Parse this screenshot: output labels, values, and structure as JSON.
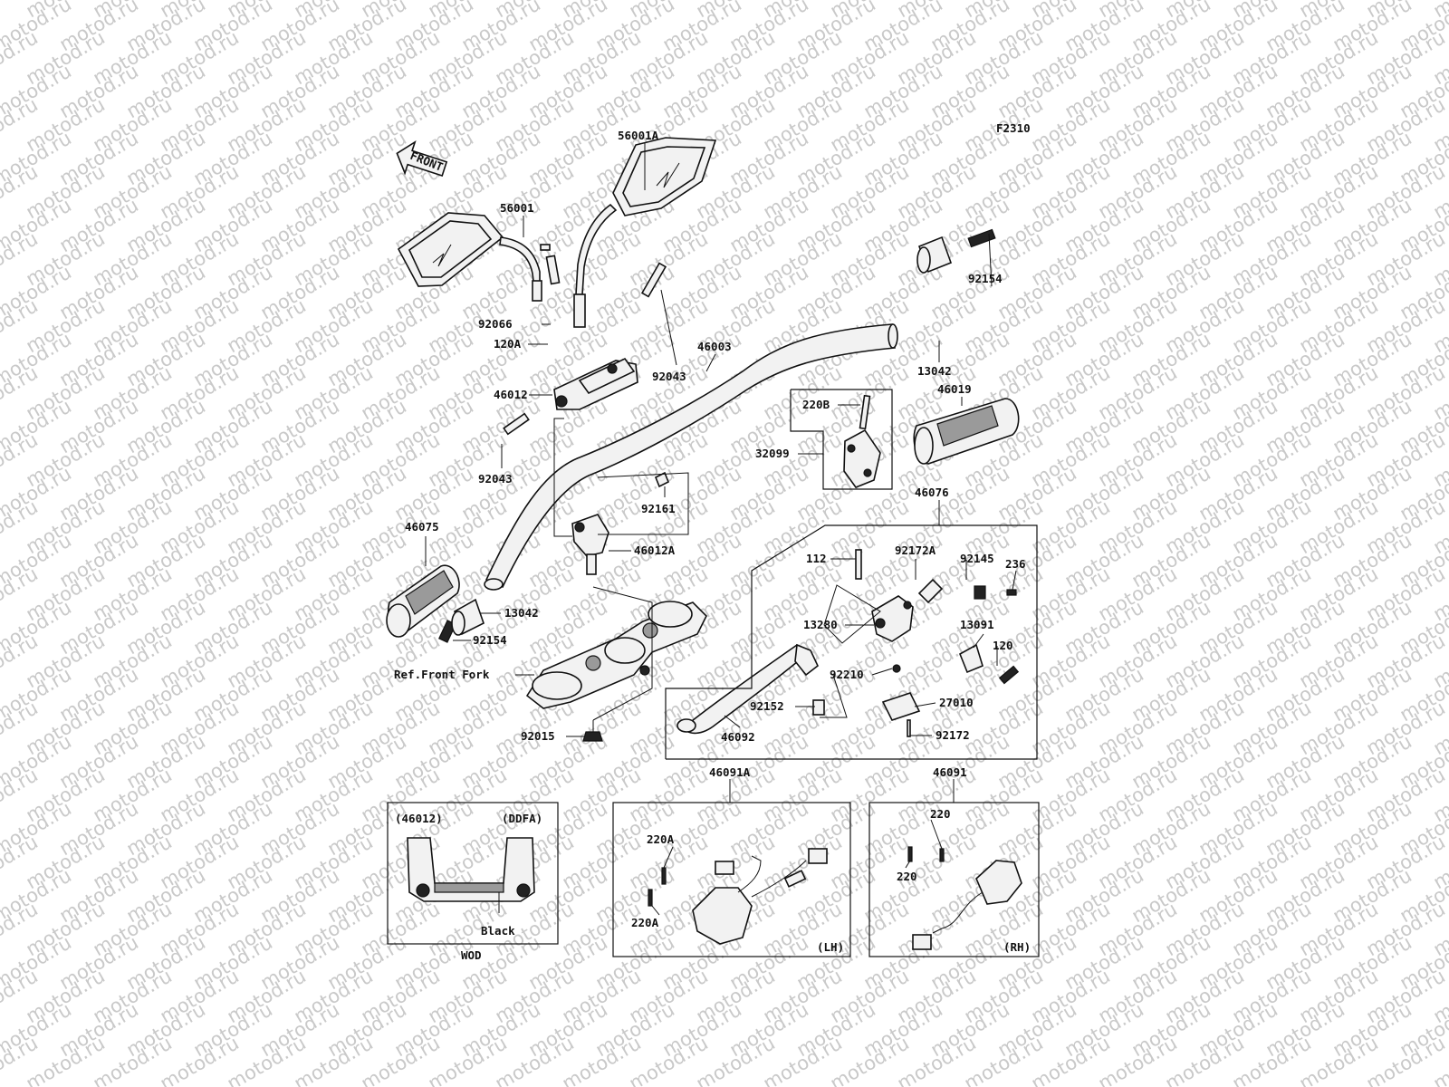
{
  "watermark": "motod.ru",
  "figure_code": "F2310",
  "front_arrow": "FRONT",
  "labels": {
    "l56001A": "56001A",
    "l56001": "56001",
    "l92154a": "92154",
    "l92066": "92066",
    "l120A": "120A",
    "l46003": "46003",
    "l92043a": "92043",
    "l13042a": "13042",
    "l46019": "46019",
    "l46012": "46012",
    "l220B": "220B",
    "l32099": "32099",
    "l92043b": "92043",
    "l92161": "92161",
    "l46076": "46076",
    "l46075": "46075",
    "l46012A": "46012A",
    "l112": "112",
    "l92172A": "92172A",
    "l92145": "92145",
    "l236": "236",
    "l13042b": "13042",
    "l92154b": "92154",
    "l13280": "13280",
    "l13091": "13091",
    "l120": "120",
    "lRefFork": "Ref.Front Fork",
    "l92210": "92210",
    "l92152": "92152",
    "l27010": "27010",
    "l46092": "46092",
    "l92172": "92172",
    "l92015": "92015",
    "l46091A": "46091A",
    "l46091": "46091"
  },
  "inset_wod": {
    "left_tag": "(46012)",
    "right_tag": "(DDFA)",
    "color_note": "Black",
    "caption": "WOD"
  },
  "inset_lh": {
    "label_a": "220A",
    "label_b": "220A",
    "side": "(LH)"
  },
  "inset_rh": {
    "label_a": "220",
    "label_b": "220",
    "side": "(RH)"
  }
}
